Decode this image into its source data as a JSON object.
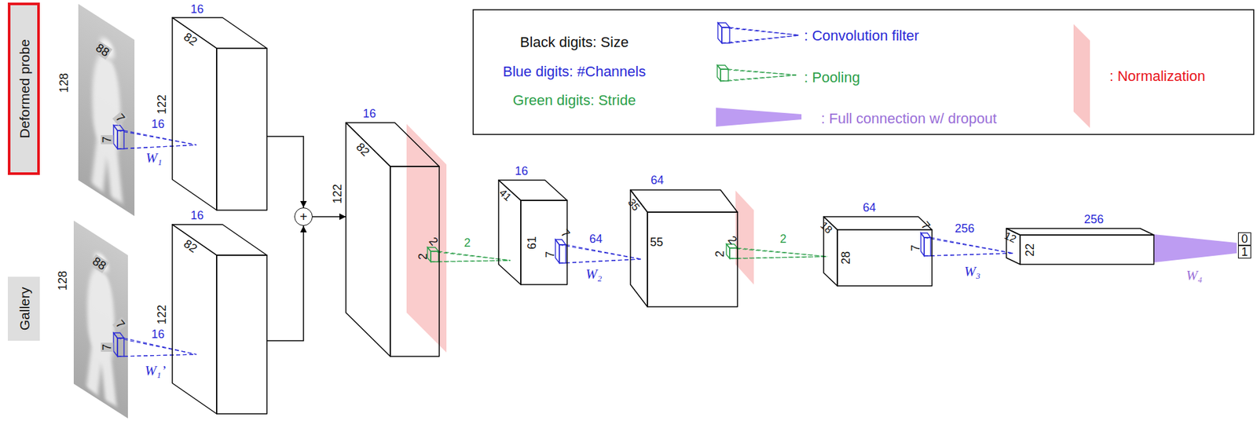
{
  "diagram": {
    "nodes": [
      {
        "text": [
          "Deformed probe"
        ]
      },
      {
        "text": [
          "Gallery"
        ]
      },
      {
        "text": [
          "16",
          "82",
          "122"
        ]
      },
      {
        "text": [
          "16",
          "82",
          "122"
        ]
      },
      {
        "text": [
          "+"
        ]
      },
      {
        "text": [
          "16",
          "82",
          "122"
        ]
      },
      {
        "text": [
          "16",
          "41",
          "61"
        ]
      },
      {
        "text": [
          "64",
          "35",
          "55"
        ]
      },
      {
        "text": [
          "64",
          "18",
          "28"
        ]
      },
      {
        "text": [
          "256",
          "12",
          "22"
        ]
      },
      {
        "text": [
          "0"
        ]
      },
      {
        "text": [
          "1"
        ]
      }
    ],
    "edges": [
      {
        "from": 2,
        "to": 4,
        "arrow": "to"
      },
      {
        "from": 3,
        "to": 4,
        "arrow": "to"
      },
      {
        "from": 4,
        "to": 5,
        "arrow": "to"
      }
    ],
    "labels": [
      "128",
      "88",
      "7",
      "7",
      "16",
      "W₁",
      "128",
      "88",
      "7",
      "7",
      "16",
      "W₁’",
      "2",
      "2",
      "2",
      "7",
      "7",
      "64",
      "W₂",
      "2",
      "2",
      "2",
      "7",
      "7",
      "256",
      "W₃",
      "W₄"
    ],
    "legend": [
      {
        "text": "Black digits: Size"
      },
      {
        "text": "Blue digits: #Channels"
      },
      {
        "text": "Green digits: Stride"
      },
      {
        "text": ": Convolution filter"
      },
      {
        "text": ": Pooling"
      },
      {
        "text": ": Full connection w/ dropout",
        "color": "#bd9cf2"
      },
      {
        "text": ": Normalization",
        "color": "#f9c6c6"
      }
    ]
  }
}
